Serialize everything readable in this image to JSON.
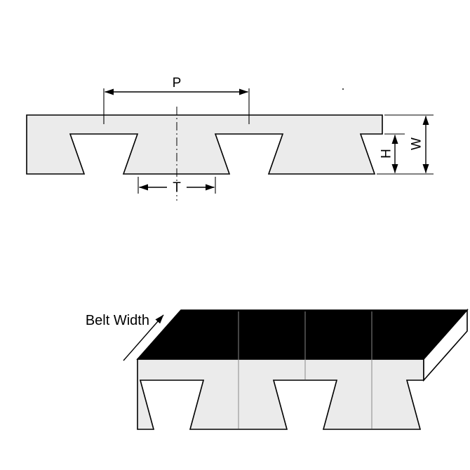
{
  "figure": {
    "description": "Timing belt tooth profile and belt width dimension diagram",
    "cross_section": {
      "pitch_label": "P",
      "tooth_label": "T",
      "height_label": "H",
      "thickness_label": "W"
    },
    "belt_3d": {
      "belt_width_label": "Belt Width"
    },
    "colors": {
      "belt_fill": "#ebebeb",
      "top_face": "#000000",
      "end_face": "#ffffff",
      "line": "#000000",
      "background": "#ffffff"
    }
  }
}
